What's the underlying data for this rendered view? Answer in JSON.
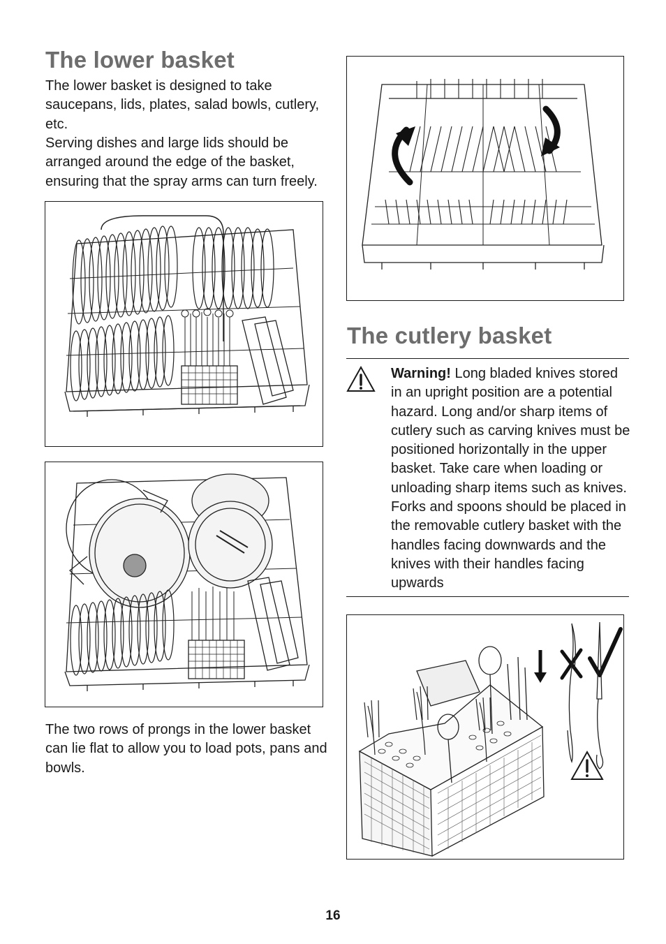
{
  "lower_basket": {
    "heading": "The lower basket",
    "intro_line1": "The lower basket is designed to take saucepans, lids, plates, salad bowls, cutlery, etc.",
    "intro_line2": "Serving dishes and large lids should be arranged around the edge of the basket, ensuring that the spray arms can turn freely.",
    "prongs_note": "The two rows of prongs in the lower basket can lie flat to allow you to load pots, pans and bowls."
  },
  "cutlery_basket": {
    "heading": "The cutlery basket",
    "warning_label": "Warning!",
    "warning_text": " Long bladed knives stored in an upright position are a potential hazard. Long and/or sharp items of cutlery such as carving knives must be positioned horizontally in the upper basket. Take care when loading or unloading sharp items such as knives. Forks and spoons should be placed in the removable cutlery basket with the handles facing downwards and the knives with their handles facing upwards"
  },
  "page": {
    "number": "16"
  },
  "icons": [
    "warning-triangle-icon",
    "cross-mark-icon",
    "check-mark-icon",
    "down-arrow-icon"
  ]
}
